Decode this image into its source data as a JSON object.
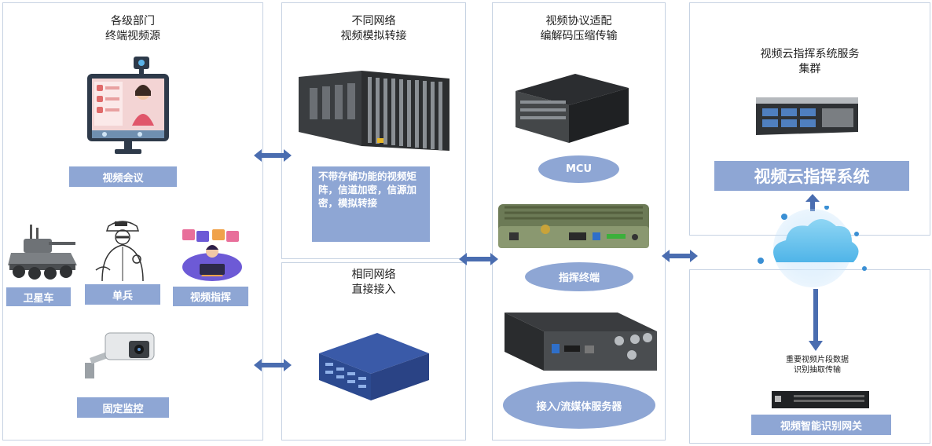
{
  "panels": {
    "sources": {
      "title": [
        "各级部门",
        "终端视频源"
      ]
    },
    "matrix": {
      "title": [
        "不同网络",
        "视频模拟转接"
      ]
    },
    "direct": {
      "title": [
        "相同网络",
        "直接接入"
      ]
    },
    "codec": {
      "title": [
        "视频协议适配",
        "编解码压缩传输"
      ]
    },
    "cloud": {
      "title": [
        "视频云指挥系统服务",
        "集群"
      ]
    }
  },
  "labels": {
    "video_conference": "视频会议",
    "satellite_car": "卫星车",
    "soldier": "单兵",
    "video_command": "视频指挥",
    "fixed_monitor": "固定监控",
    "matrix_desc": "不带存储功能的视频矩阵，信道加密，信源加密，模拟转接",
    "mcu": "MCU",
    "command_terminal": "指挥终端",
    "streaming_server": "接入/流媒体服务器",
    "cloud_system": "视频云指挥系统",
    "ai_gateway": "视频智能识别网关",
    "gateway_note": [
      "重要视频片段数据",
      "识别抽取传输"
    ]
  },
  "colors": {
    "accent": "#8ea6d4",
    "arrow": "#4a6db0",
    "border": "#c6d2e2"
  },
  "icons": [
    "monitor-icon",
    "tank-icon",
    "soldier-icon",
    "people-icon",
    "camera-icon",
    "matrix-device-icon",
    "switch-device-icon",
    "mcu-device-icon",
    "terminal-device-icon",
    "server-board-icon",
    "rack-server-icon",
    "cloud-icon",
    "gateway-device-icon",
    "double-arrow-icon",
    "up-arrow-icon",
    "down-arrow-icon"
  ]
}
